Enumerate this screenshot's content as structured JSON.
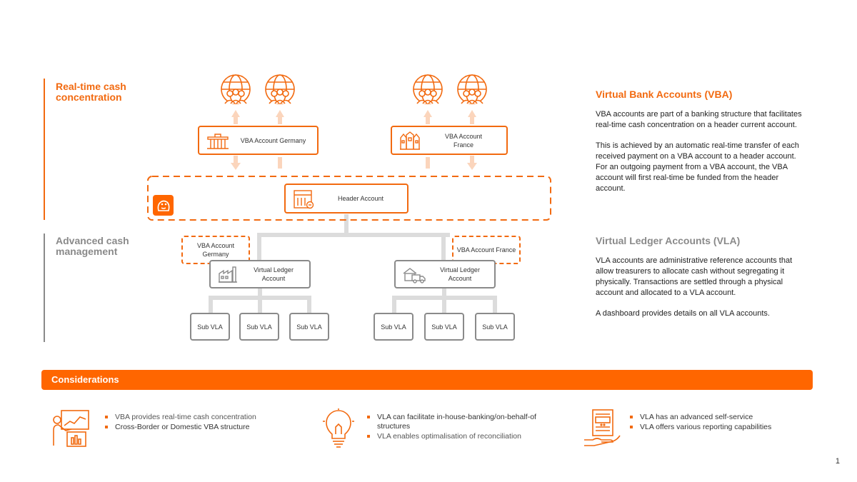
{
  "left": {
    "section1": "Real-time cash concentration",
    "section1_line1": "Real-time cash",
    "section1_line2": "concentration",
    "section2_line1": "Advanced cash",
    "section2_line2": "management"
  },
  "diagram": {
    "vba_germany": "VBA Account Germany",
    "vba_france_line1": "VBA Account",
    "vba_france_line2": "France",
    "header_account": "Header Account",
    "vba_germany_dashed_line1": "VBA Account",
    "vba_germany_dashed_line2": "Germany",
    "vba_france_dashed": "VBA Account France",
    "vla_line1": "Virtual Ledger",
    "vla_line2": "Account",
    "sub_vla": "Sub VLA"
  },
  "right": {
    "vba_title": "Virtual Bank Accounts (VBA)",
    "vba_p1": "VBA accounts are part of a banking structure that facilitates real-time cash concentration on a header current account.",
    "vba_p2": "This is achieved by an automatic real-time transfer of each received payment on a VBA account to a header account. For an outgoing payment from a VBA account, the VBA account will first real-time be funded from the header account.",
    "vla_title": "Virtual Ledger Accounts (VLA)",
    "vla_p1": "VLA accounts are administrative reference accounts that allow treasurers to allocate cash without segregating it physically. Transactions are settled through a physical account and allocated to a VLA account.",
    "vla_p2": "A dashboard provides details on all VLA accounts."
  },
  "considerations": {
    "title": "Considerations",
    "col1": [
      "VBA provides real-time cash concentration",
      "Cross-Border or Domestic VBA structure"
    ],
    "col2": [
      "VLA can facilitate in-house-banking/on-behalf-of structures",
      "VLA enables optimalisation of reconciliation"
    ],
    "col3": [
      "VLA has an advanced self-service",
      "VLA offers various reporting capabilities"
    ]
  },
  "page_number": "1",
  "colors": {
    "accent": "#f26a10",
    "bar": "#ff6600",
    "gray": "#8a8a8a",
    "arrow": "#fbd5bc",
    "connector": "#dcdcdc"
  },
  "icons": [
    "globe-people-icon",
    "brandenburg-gate-icon",
    "canal-houses-icon",
    "bank-building-icon",
    "lion-logo-icon",
    "factory-icon",
    "truck-warehouse-icon",
    "presentation-icon",
    "lightbulb-icon",
    "ledger-hand-icon"
  ]
}
